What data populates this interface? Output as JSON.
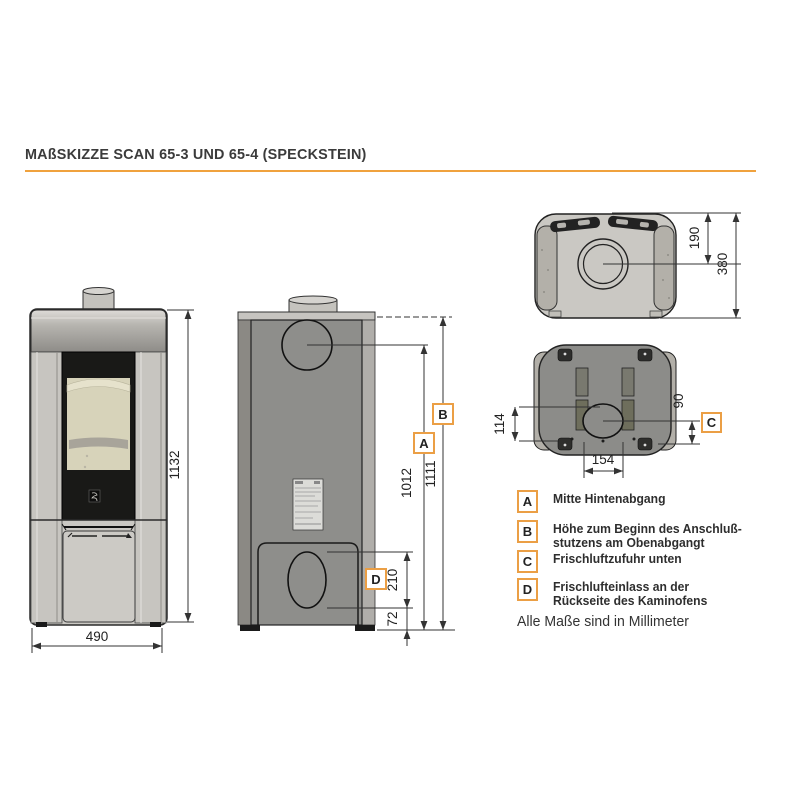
{
  "title": "MAßSKIZZE SCAN 65-3 UND 65-4 (SPECKSTEIN)",
  "accent_color": "#f0a23e",
  "dims": {
    "front_height": "1132",
    "front_width": "490",
    "rear_a": "1012",
    "rear_b": "1111",
    "rear_d": "210",
    "rear_bottom": "72",
    "top_flue": "190",
    "top_depth": "380",
    "bottom_left": "114",
    "bottom_width": "154",
    "bottom_right": "90"
  },
  "markers": {
    "a": "A",
    "b": "B",
    "c": "C",
    "d": "D"
  },
  "legend": {
    "items": [
      {
        "key": "A",
        "line1": "Mitte Hintenabgang",
        "line2": ""
      },
      {
        "key": "B",
        "line1": "Höhe zum Beginn des Anschluß-",
        "line2": "stutzens am Obenabgangt"
      },
      {
        "key": "C",
        "line1": "Frischluftzufuhr unten",
        "line2": ""
      },
      {
        "key": "D",
        "line1": "Frischlufteinlass an der",
        "line2": "Rückseite des Kaminofens"
      }
    ],
    "note": "Alle Maße sind in Millimeter"
  }
}
